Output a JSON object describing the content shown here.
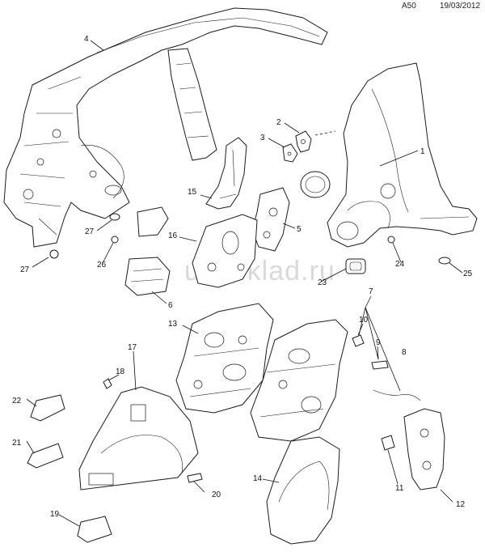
{
  "header": {
    "diagram_code": "A50",
    "date": "19/03/2012"
  },
  "watermark": "utmsklad.ru",
  "callouts": [
    {
      "key": "c1",
      "label": "1"
    },
    {
      "key": "c2",
      "label": "2"
    },
    {
      "key": "c3",
      "label": "3"
    },
    {
      "key": "c4",
      "label": "4"
    },
    {
      "key": "c5",
      "label": "5"
    },
    {
      "key": "c6",
      "label": "6"
    },
    {
      "key": "c7",
      "label": "7"
    },
    {
      "key": "c8",
      "label": "8"
    },
    {
      "key": "c9",
      "label": "9"
    },
    {
      "key": "c10",
      "label": "10"
    },
    {
      "key": "c11",
      "label": "11"
    },
    {
      "key": "c12",
      "label": "12"
    },
    {
      "key": "c13",
      "label": "13"
    },
    {
      "key": "c14",
      "label": "14"
    },
    {
      "key": "c15",
      "label": "15"
    },
    {
      "key": "c16",
      "label": "16"
    },
    {
      "key": "c17",
      "label": "17"
    },
    {
      "key": "c18",
      "label": "18"
    },
    {
      "key": "c19",
      "label": "19"
    },
    {
      "key": "c20",
      "label": "20"
    },
    {
      "key": "c21",
      "label": "21"
    },
    {
      "key": "c22",
      "label": "22"
    },
    {
      "key": "c23",
      "label": "23"
    },
    {
      "key": "c24",
      "label": "24"
    },
    {
      "key": "c25",
      "label": "25"
    },
    {
      "key": "c26",
      "label": "26"
    },
    {
      "key": "c27a",
      "label": "27"
    },
    {
      "key": "c27b",
      "label": "27"
    }
  ]
}
